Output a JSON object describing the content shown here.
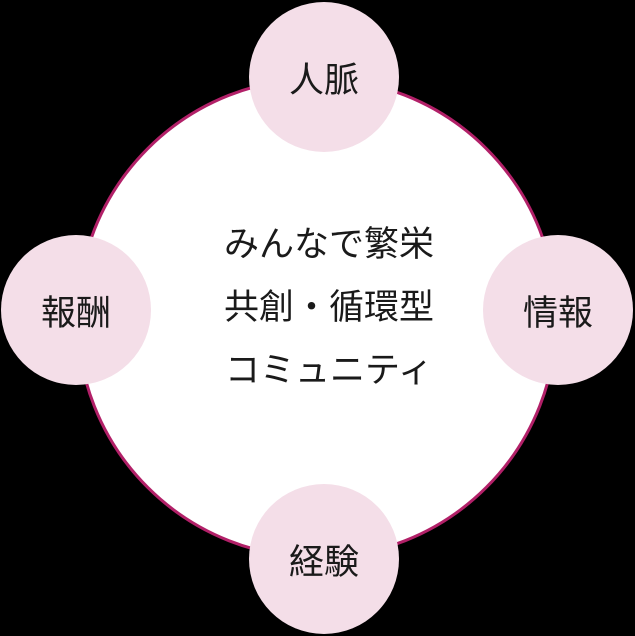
{
  "diagram": {
    "center": {
      "lines": [
        "みんなで繁栄",
        "共創・循環型",
        "コミュニティ"
      ]
    },
    "nodes": [
      {
        "position": "top",
        "label": "人脈"
      },
      {
        "position": "right",
        "label": "情報"
      },
      {
        "position": "bottom",
        "label": "経験"
      },
      {
        "position": "left",
        "label": "報酬"
      }
    ],
    "colors": {
      "background": "#000000",
      "ring_fill": "#ffffff",
      "ring_stroke": "#b22068",
      "node_fill": "#f4dee8",
      "text": "#1a1a1a"
    }
  }
}
